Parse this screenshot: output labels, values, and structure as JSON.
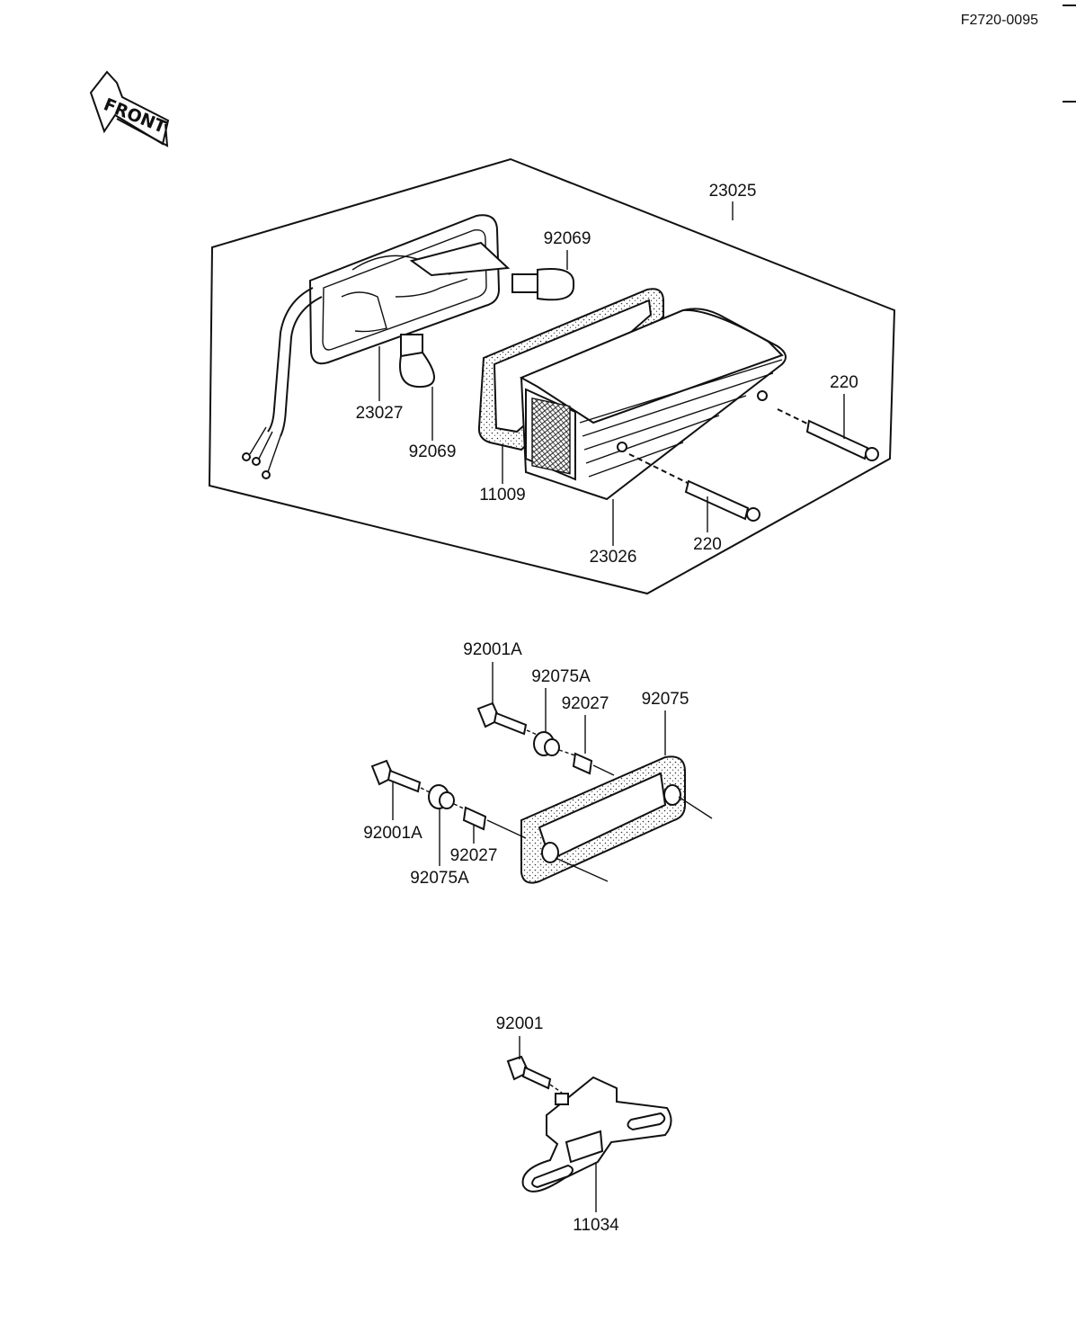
{
  "drawing_code": "F2720-0095",
  "front_arrow_label": "FRONT",
  "labels": {
    "p23025": "23025",
    "p92069_top": "92069",
    "p23027": "23027",
    "p92069_bottom": "92069",
    "p11009": "11009",
    "p23026": "23026",
    "p220_top": "220",
    "p220_bottom": "220",
    "p92001A_top": "92001A",
    "p92075A_top": "92075A",
    "p92027_top": "92027",
    "p92075": "92075",
    "p92001A_bottom": "92001A",
    "p92027_bottom": "92027",
    "p92075A_bottom": "92075A",
    "p92001": "92001",
    "p11034": "11034"
  }
}
